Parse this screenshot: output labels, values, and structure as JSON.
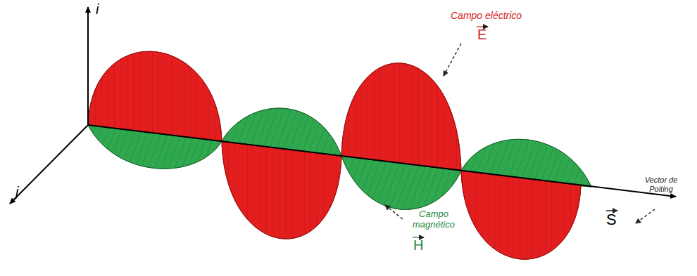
{
  "diagram": {
    "labels": [
      "i",
      "j",
      "Campo eléctrico",
      "E",
      "Campo magnético",
      "H",
      "Vector de Poiting",
      "S"
    ]
  }
}
